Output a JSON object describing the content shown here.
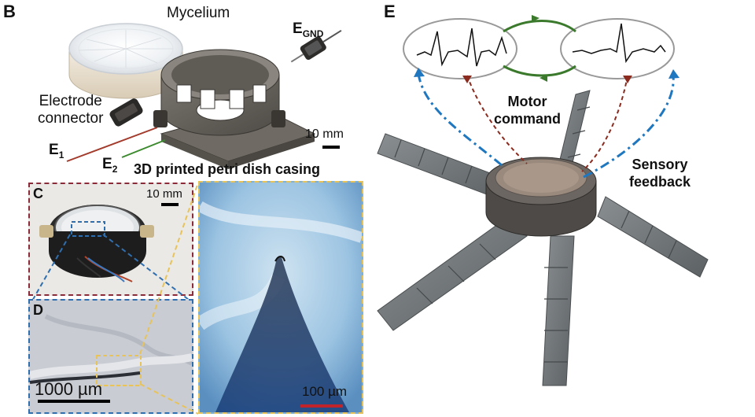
{
  "panels": {
    "b": "B",
    "c": "C",
    "d": "D",
    "e": "E"
  },
  "panel_b": {
    "mycelium_label": "Mycelium",
    "egnd_main": "E",
    "egnd_sub": "GND",
    "connector_line1": "Electrode",
    "connector_line2": "connector",
    "e1_main": "E",
    "e1_sub": "1",
    "e2_main": "E",
    "e2_sub": "2",
    "scale_label": "10 mm",
    "casing_caption": "3D printed petri dish casing"
  },
  "panel_c": {
    "scale_label": "10 mm"
  },
  "panel_d": {
    "scale_label": "1000 µm"
  },
  "panel_micro": {
    "scale_label": "100 µm"
  },
  "panel_e": {
    "motor_line1": "Motor",
    "motor_line2": "command",
    "sensory_line1": "Sensory",
    "sensory_line2": "feedback"
  },
  "colors": {
    "panel_c_border": "#8b2b3a",
    "panel_d_border": "#2f6fb0",
    "panel_micro_border": "#e8c35a",
    "sensory_arrow": "#1f77c0",
    "motor_arrow": "#8b2b1f",
    "signal_loop": "#3b7a2c",
    "micro_scale_bar": "#c0242a"
  }
}
